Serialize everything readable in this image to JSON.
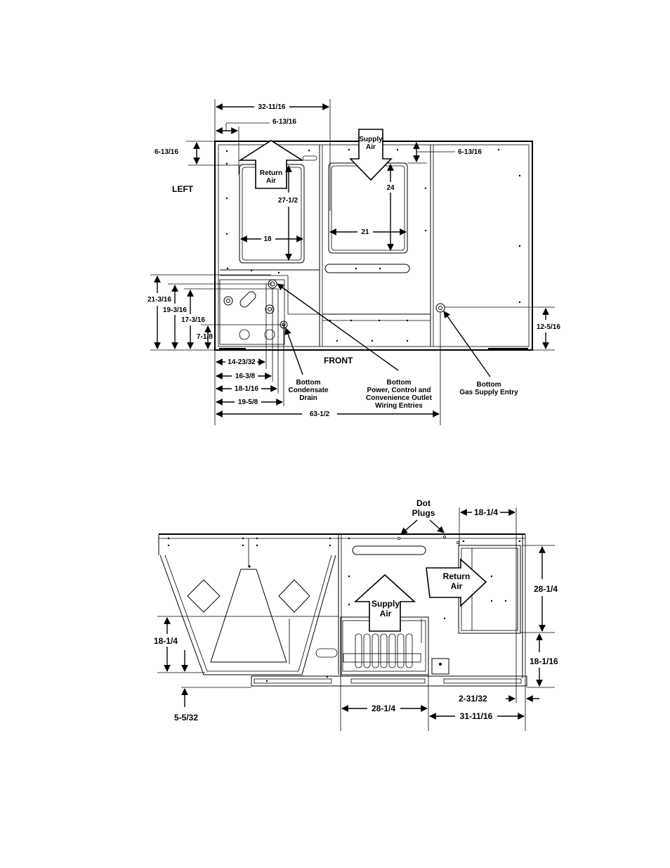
{
  "top_view": {
    "side_label": "LEFT",
    "front_label": "FRONT",
    "return_air": [
      "Return",
      "Air"
    ],
    "supply_air": [
      "Supply",
      "Air"
    ],
    "dims": {
      "d32_11_16": "32-11/16",
      "d6_13_16_a": "6-13/16",
      "d6_13_16_b": "6-13/16",
      "d6_13_16_c": "6-13/16",
      "d27_1_2": "27-1/2",
      "d18": "18",
      "d24": "24",
      "d21": "21",
      "d21_3_16": "21-3/16",
      "d19_3_16": "19-3/16",
      "d17_3_16": "17-3/16",
      "d7_1_8": "7-1/8",
      "d12_5_16": "12-5/16",
      "d14_23_32": "14-23/32",
      "d16_3_8": "16-3/8",
      "d18_1_16": "18-1/16",
      "d19_5_8": "19-5/8",
      "d63_1_2": "63-1/2"
    },
    "callouts": {
      "condensate": [
        "Bottom",
        "Condensate",
        "Drain"
      ],
      "power": [
        "Bottom",
        "Power, Control and",
        "Convenience Outlet",
        "Wiring Entries"
      ],
      "gas": [
        "Bottom",
        "Gas Supply Entry"
      ]
    }
  },
  "side_view": {
    "dot_plugs": [
      "Dot",
      "Plugs"
    ],
    "return_air": [
      "Return",
      "Air"
    ],
    "supply_air": [
      "Supply",
      "Air"
    ],
    "dims": {
      "d18_1_4_top": "18-1/4",
      "d28_1_4_right": "28-1/4",
      "d18_1_16": "18-1/16",
      "d2_31_32": "2-31/32",
      "d31_11_16": "31-11/16",
      "d28_1_4_bottom": "28-1/4",
      "d18_1_4_left": "18-1/4",
      "d5_5_32": "5-5/32"
    }
  }
}
